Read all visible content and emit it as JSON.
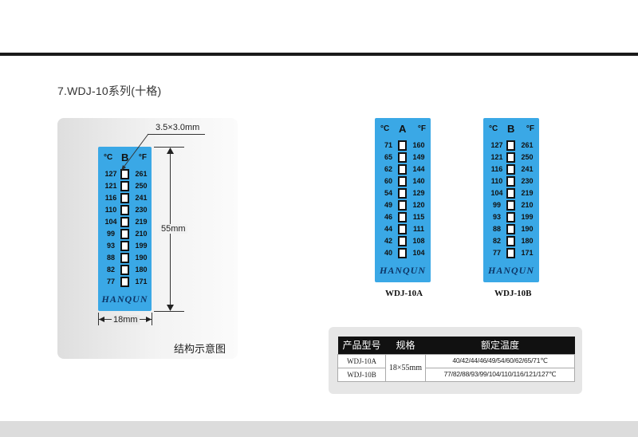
{
  "section_title": "7.WDJ-10系列(十格)",
  "schematic": {
    "caption": "结构示意图",
    "dim_cell": "3.5×3.0mm",
    "dim_height": "55mm",
    "dim_width": "18mm",
    "label": {
      "left_unit": "°C",
      "center": "B",
      "right_unit": "°F",
      "rows": [
        {
          "c": "127",
          "f": "261"
        },
        {
          "c": "121",
          "f": "250"
        },
        {
          "c": "116",
          "f": "241"
        },
        {
          "c": "110",
          "f": "230"
        },
        {
          "c": "104",
          "f": "219"
        },
        {
          "c": "99",
          "f": "210"
        },
        {
          "c": "93",
          "f": "199"
        },
        {
          "c": "88",
          "f": "190"
        },
        {
          "c": "82",
          "f": "180"
        },
        {
          "c": "77",
          "f": "171"
        }
      ],
      "brand": "HANQUN"
    }
  },
  "label_a": {
    "left_unit": "°C",
    "center": "A",
    "right_unit": "°F",
    "rows": [
      {
        "c": "71",
        "f": "160"
      },
      {
        "c": "65",
        "f": "149"
      },
      {
        "c": "62",
        "f": "144"
      },
      {
        "c": "60",
        "f": "140"
      },
      {
        "c": "54",
        "f": "129"
      },
      {
        "c": "49",
        "f": "120"
      },
      {
        "c": "46",
        "f": "115"
      },
      {
        "c": "44",
        "f": "111"
      },
      {
        "c": "42",
        "f": "108"
      },
      {
        "c": "40",
        "f": "104"
      }
    ],
    "brand": "HANQUN",
    "caption": "WDJ-10A"
  },
  "label_b": {
    "left_unit": "°C",
    "center": "B",
    "right_unit": "°F",
    "rows": [
      {
        "c": "127",
        "f": "261"
      },
      {
        "c": "121",
        "f": "250"
      },
      {
        "c": "116",
        "f": "241"
      },
      {
        "c": "110",
        "f": "230"
      },
      {
        "c": "104",
        "f": "219"
      },
      {
        "c": "99",
        "f": "210"
      },
      {
        "c": "93",
        "f": "199"
      },
      {
        "c": "88",
        "f": "190"
      },
      {
        "c": "82",
        "f": "180"
      },
      {
        "c": "77",
        "f": "171"
      }
    ],
    "brand": "HANQUN",
    "caption": "WDJ-10B"
  },
  "table": {
    "headers": [
      "产品型号",
      "规格",
      "额定温度"
    ],
    "rows": [
      {
        "model": "WDJ-10A",
        "temps": "40/42/44/46/49/54/60/62/65/71℃"
      },
      {
        "model": "WDJ-10B",
        "temps": "77/82/88/93/99/104/110/116/121/127℃"
      }
    ],
    "spec": "18×55mm"
  },
  "colors": {
    "label_blue": "#3aa8e6",
    "brand_navy": "#0d3566",
    "rule": "#1a1a1a"
  }
}
